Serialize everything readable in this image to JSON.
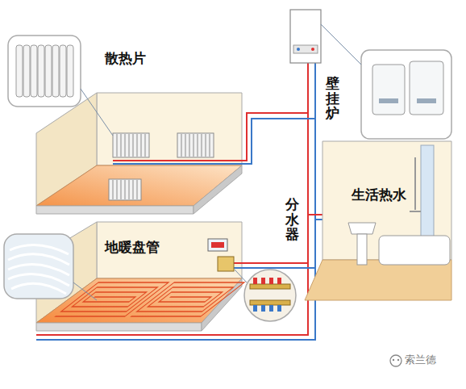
{
  "diagram": {
    "labels": [
      "散热片",
      "壁挂炉",
      "生活热水",
      "分水器",
      "地暖盘管",
      "索兰德"
    ]
  }
}
